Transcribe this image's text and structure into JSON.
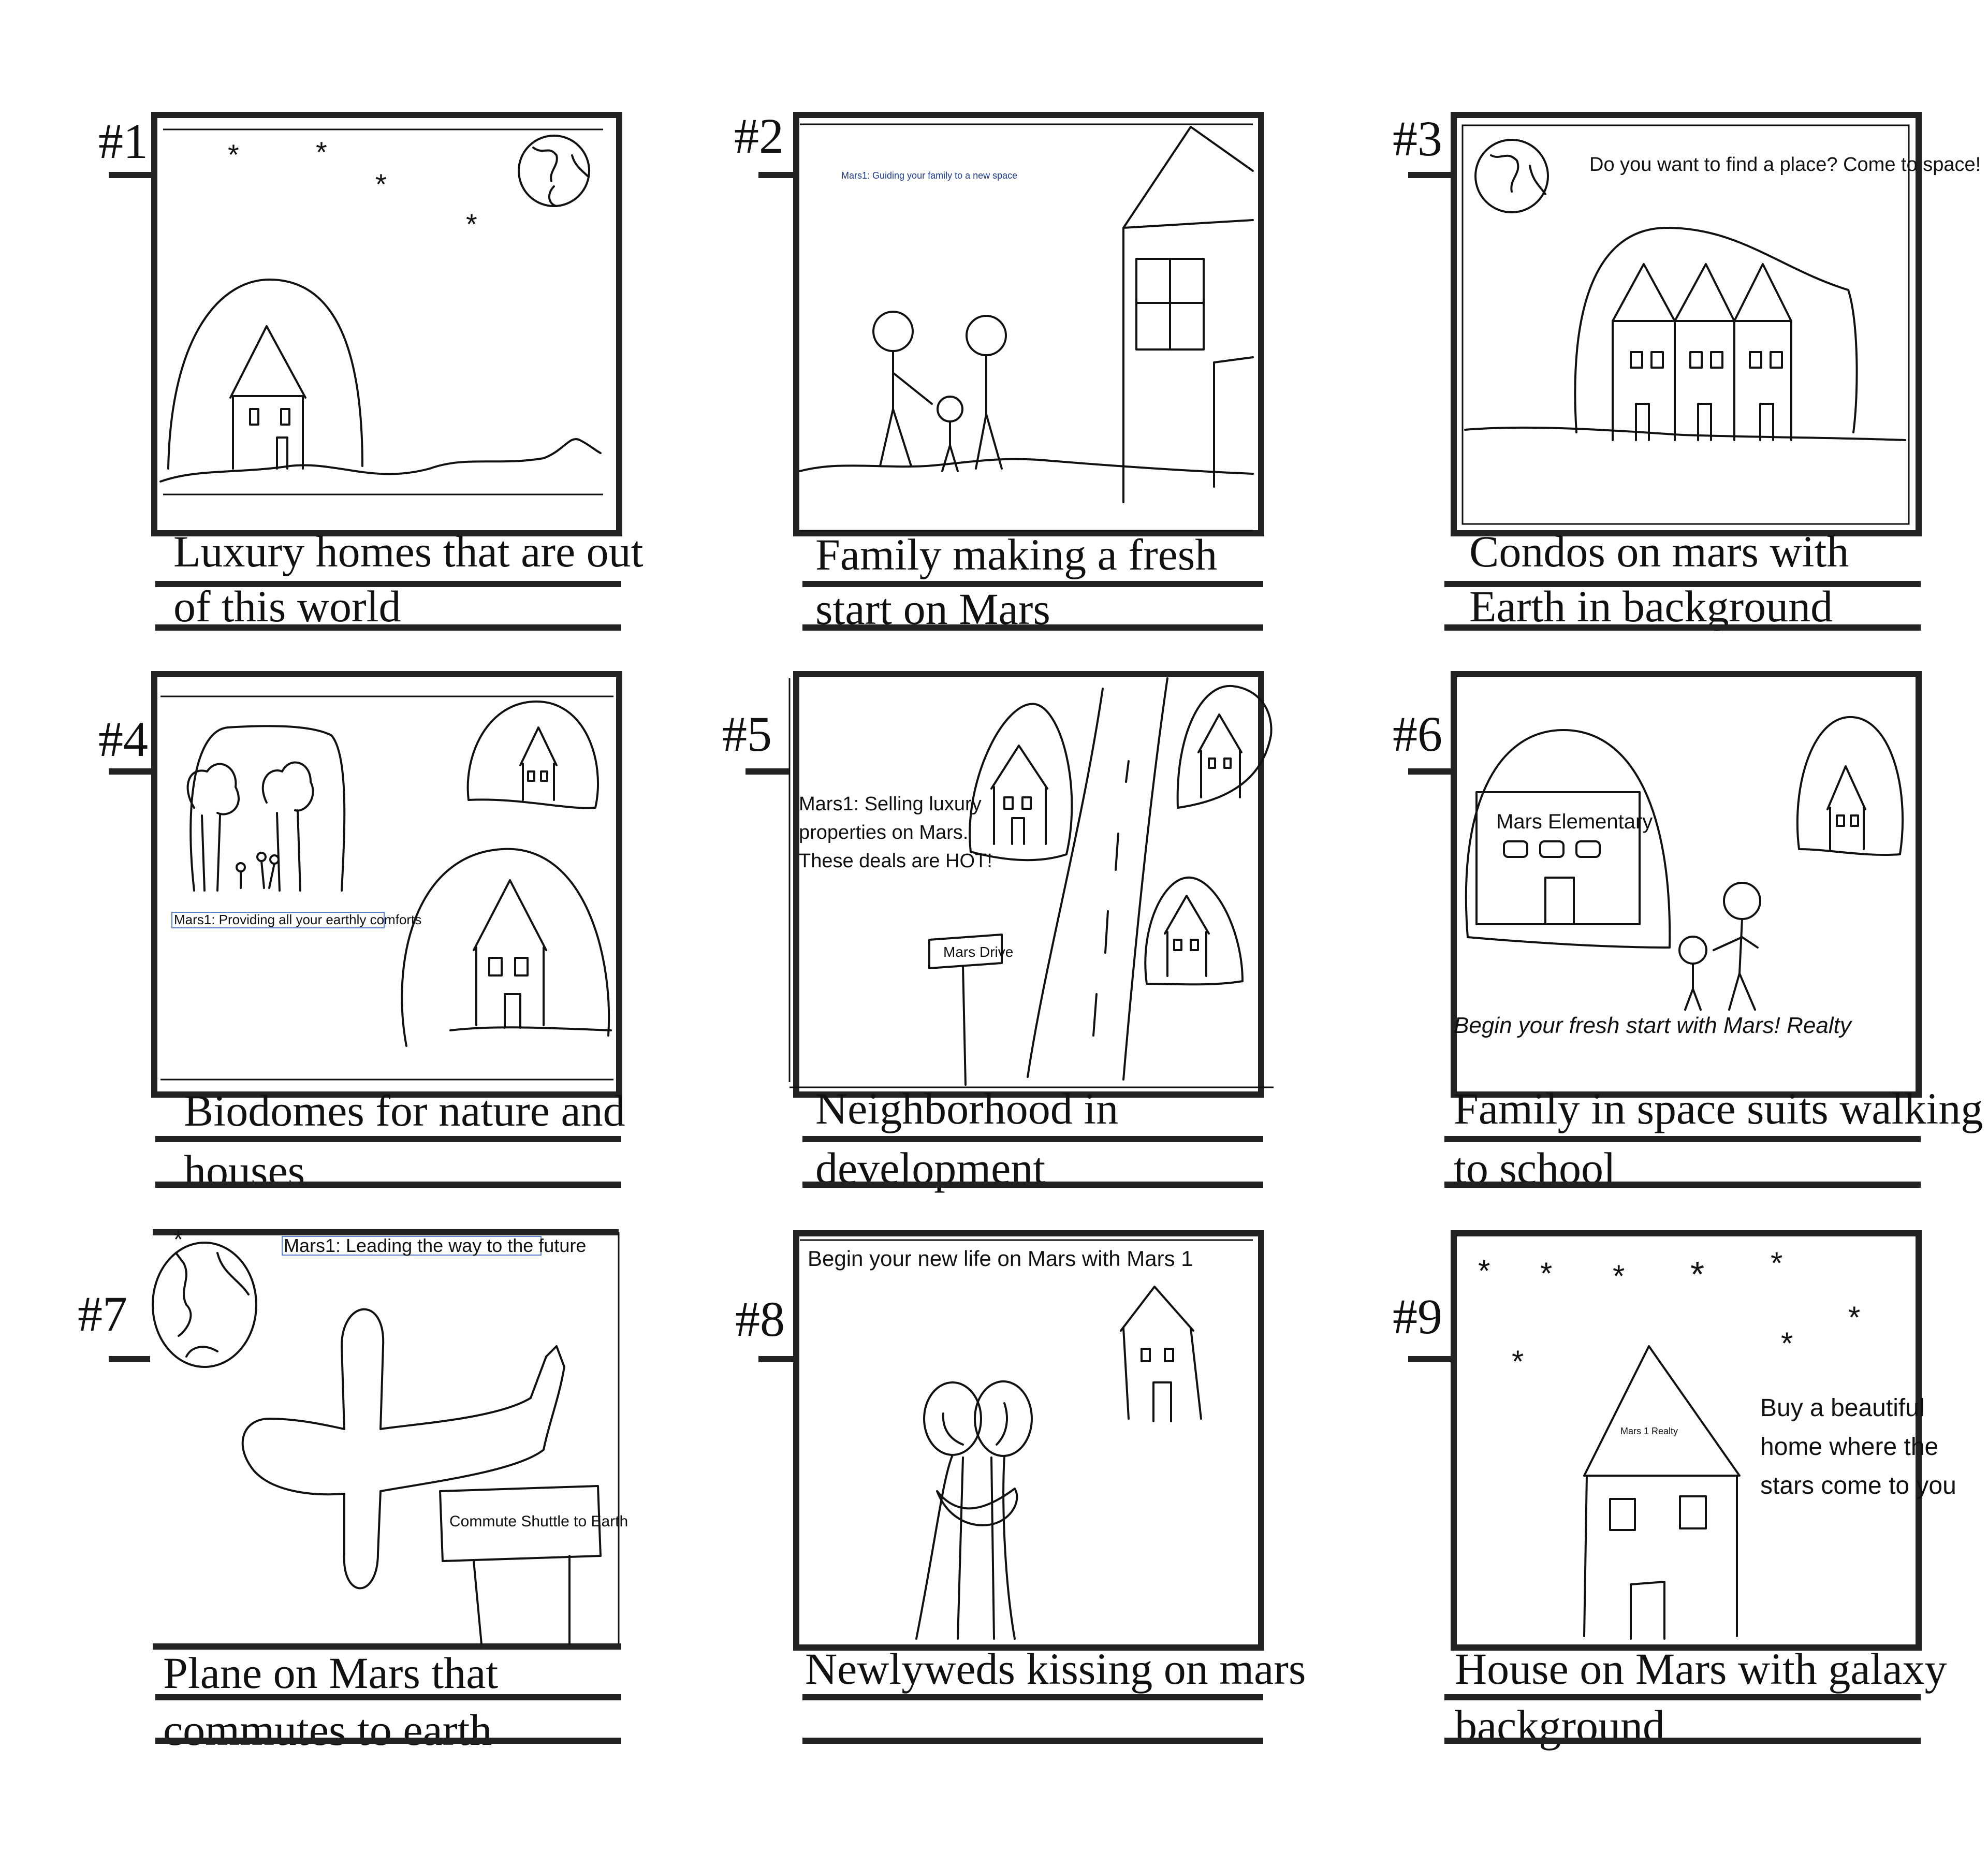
{
  "panels": [
    {
      "number": "#1",
      "caption_lines": [
        "Luxury homes that are out",
        "of this world"
      ],
      "frame_text": []
    },
    {
      "number": "#2",
      "caption_lines": [
        "Family making a fresh",
        "start on Mars"
      ],
      "frame_text": [
        "Mars1: Guiding your family to a new space"
      ]
    },
    {
      "number": "#3",
      "caption_lines": [
        "Condos on mars with",
        "Earth in background"
      ],
      "frame_text": [
        "Do you want to find a place? Come to space!"
      ]
    },
    {
      "number": "#4",
      "caption_lines": [
        "Biodomes for nature and",
        "houses"
      ],
      "frame_text": [
        "Mars1: Providing all your earthly comforts"
      ]
    },
    {
      "number": "#5",
      "caption_lines": [
        "Neighborhood in",
        "development"
      ],
      "frame_text": [
        "Mars1: Selling luxury",
        "properties on Mars.",
        "These deals are HOT!",
        "Mars Drive"
      ]
    },
    {
      "number": "#6",
      "caption_lines": [
        "Family in space suits walking",
        "to school"
      ],
      "frame_text": [
        "Mars Elementary",
        "Begin your fresh start with Mars! Realty"
      ]
    },
    {
      "number": "#7",
      "caption_lines": [
        "Plane on Mars that",
        "commutes to earth"
      ],
      "frame_text": [
        "Mars1: Leading the way to the future",
        "Commute Shuttle to Earth"
      ]
    },
    {
      "number": "#8",
      "caption_lines": [
        "Newlyweds kissing on mars",
        ""
      ],
      "frame_text": [
        "Begin your new life on Mars with Mars 1"
      ]
    },
    {
      "number": "#9",
      "caption_lines": [
        "House  on Mars with galaxy",
        "background"
      ],
      "frame_text": [
        "Mars 1 Realty",
        "Buy a beautiful",
        "home where the",
        "stars come to you"
      ]
    }
  ],
  "colors": {
    "ink": "#111111",
    "frame": "#222222",
    "tagline_blue": "#1b3a8a",
    "selection_blue": "#5b7fd1"
  }
}
